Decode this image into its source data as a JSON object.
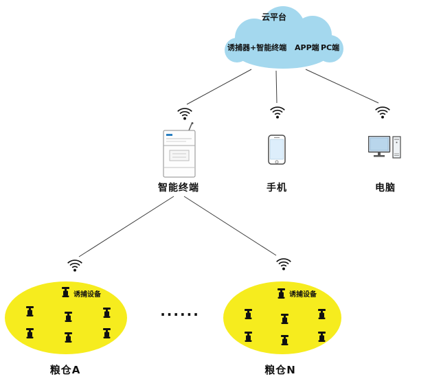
{
  "cloud": {
    "title": "云平台",
    "labels": {
      "terminal_chain": "诱捕器+智能终端",
      "app": "APP端",
      "pc": "PC端"
    }
  },
  "devices": {
    "terminal": {
      "label": "智能终端"
    },
    "phone": {
      "label": "手机"
    },
    "computer": {
      "label": "电脑"
    }
  },
  "granaries": {
    "a": {
      "name": "粮仓A",
      "equipment": "诱捕设备",
      "trap_count": 7
    },
    "n": {
      "name": "粮仓N",
      "equipment": "诱捕设备",
      "trap_count": 7
    }
  },
  "separator": {
    "dots": "......"
  },
  "colors": {
    "cloud_fill": "#a4d8ee",
    "granary_fill": "#f6ec1e",
    "line": "#3a3a3a",
    "trap": "#111111"
  }
}
